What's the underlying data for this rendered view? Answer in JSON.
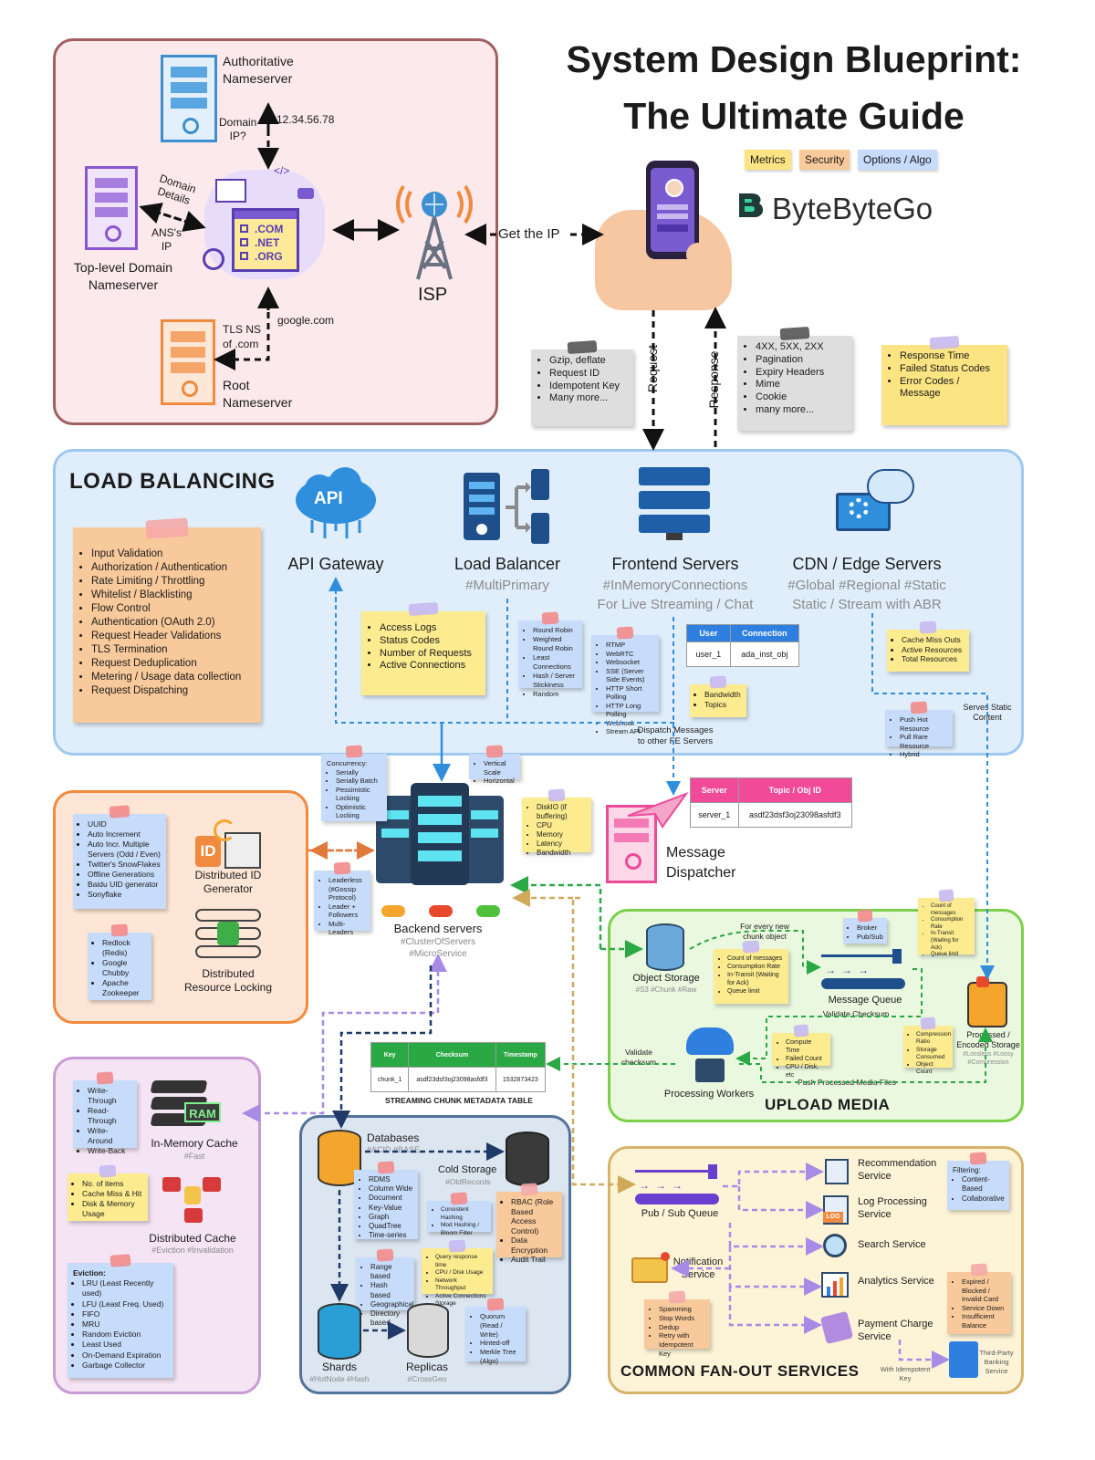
{
  "title": {
    "line1": "System Design Blueprint:",
    "line2": "The Ultimate Guide"
  },
  "legend": {
    "metrics": "Metrics",
    "security": "Security",
    "options": "Options / Algo"
  },
  "brand": "ByteByteGo",
  "dns": {
    "authoritative": "Authoritative\nNameserver",
    "tld": "Top-level Domain\nNameserver",
    "root": "Root\nNameserver",
    "domain_ip_q": "Domain\nIP?",
    "ip": "12.34.56.78",
    "domain_details": "Domain\nDetails",
    "ans_ip": "ANS's\nIP",
    "tls_ns": "TLS NS\nof .com",
    "google": "google.com",
    "domains": [
      ".COM",
      ".NET",
      ".ORG"
    ],
    "isp": "ISP",
    "get_ip": "Get the IP"
  },
  "client": {
    "request": "Request",
    "response": "Response"
  },
  "notes_top": {
    "request_notes": [
      "Gzip, deflate",
      "Request ID",
      "Idempotent Key",
      "Many more..."
    ],
    "response_notes": [
      "4XX, 5XX, 2XX",
      "Pagination",
      "Expiry Headers",
      "Mime",
      "Cookie",
      "many more..."
    ],
    "metrics_notes": [
      "Response Time",
      "Failed Status Codes",
      "Error Codes / Message"
    ]
  },
  "lb": {
    "title": "LOAD BALANCING",
    "gateway_features": [
      "Input Validation",
      "Authorization / Authentication",
      "Rate Limiting / Throttling",
      "Whitelist / Blacklisting",
      "Flow Control",
      "Authentication (OAuth 2.0)",
      "Request Header Validations",
      "TLS Termination",
      "Request Deduplication",
      "Metering / Usage data collection",
      "Request Dispatching"
    ],
    "api_gateway": "API Gateway",
    "api_badge": "API",
    "load_balancer": "Load Balancer",
    "lb_tag": "#MultiPrimary",
    "frontend": "Frontend Servers",
    "frontend_tag1": "#InMemoryConnections",
    "frontend_tag2": "For Live Streaming / Chat",
    "cdn": "CDN / Edge Servers",
    "cdn_tag1": "#Global #Regional #Static",
    "cdn_tag2": "Static / Stream with ABR",
    "access_notes": [
      "Access Logs",
      "Status Codes",
      "Number of Requests",
      "Active Connections"
    ],
    "lb_algos": [
      "Round Robin",
      "Weighted Round Robin",
      "Least Connections",
      "Hash / Server Stickiness",
      "Random"
    ],
    "protocols": [
      "RTMP",
      "WebRTC",
      "Websocket",
      "SSE (Server Side Events)",
      "HTTP Short Polling",
      "HTTP Long Polling",
      "Webhook",
      "Stream API"
    ],
    "user_table": {
      "headers": [
        "User",
        "Connection"
      ],
      "row": [
        "user_1",
        "ada_inst_obj"
      ]
    },
    "bandwidth": [
      "Bandwidth",
      "Topics"
    ],
    "cdn_metrics": [
      "Cache Miss Outs",
      "Active Resources",
      "Total Resources"
    ],
    "cdn_options": [
      "Push Hot Resource",
      "Pull Rare Resource",
      "Hybrid"
    ],
    "serves_static": "Serves Static\nContent",
    "dispatch": "Dispatch Messages\nto other FE Servers"
  },
  "backend": {
    "label": "Backend servers",
    "tag1": "#ClusterOfServers",
    "tag2": "#MicroService",
    "concurrency_title": "Concurrency:",
    "concurrency": [
      "Serially",
      "Serially Batch",
      "Pessimistic Locking",
      "Optimistic Locking"
    ],
    "scale": [
      "Vertical Scale",
      "Horizontal"
    ],
    "resources": [
      "DiskIO (if buffering)",
      "CPU",
      "Memory",
      "Latency",
      "Bandwidth"
    ],
    "leader": [
      "Leaderless (#Gossip Protocol)",
      "Leader + Followers",
      "Multi-Leaders"
    ],
    "server_table": {
      "headers": [
        "Server",
        "Topic / Obj ID"
      ],
      "row": [
        "server_1",
        "asdf23dsf3oj23098asfdf3"
      ]
    },
    "message_dispatcher": "Message\nDispatcher"
  },
  "idgen": {
    "id_notes": [
      "UUID",
      "Auto Increment",
      "Auto Incr. Multiple Servers (Odd / Even)",
      "Twitter's SnowFlakes",
      "Offline Generations",
      "Baidu UID generator",
      "Sonyflake"
    ],
    "id_label": "Distributed ID\nGenerator",
    "id_badge": "ID",
    "lock_notes": [
      "Redlock (Redis)",
      "Google Chubby",
      "Apache Zookeeper"
    ],
    "lock_label": "Distributed\nResource Locking"
  },
  "cache": {
    "write_notes": [
      "Write-Through",
      "Read-Through",
      "Write-Around",
      "Write-Back"
    ],
    "inmem": "In-Memory Cache",
    "inmem_tag": "#Fast",
    "ram_badge": "RAM",
    "metric_notes": [
      "No. of items",
      "Cache Miss & Hit",
      "Disk & Memory Usage"
    ],
    "dist": "Distributed Cache",
    "dist_tag": "#Eviction #Invalidation",
    "eviction_title": "Eviction:",
    "eviction": [
      "LRU (Least Recently used)",
      "LFU (Least Freq. Used)",
      "FIFO",
      "MRU",
      "Random Eviction",
      "Least Used",
      "On-Demand Expiration",
      "Garbage Collector"
    ]
  },
  "metadata": {
    "headers": [
      "Key",
      "Checksum",
      "Timestamp"
    ],
    "row": [
      "chunk_1",
      "asdf23dsf3oj23098asfdf3",
      "1532873423"
    ],
    "caption": "STREAMING CHUNK METADATA TABLE"
  },
  "db": {
    "databases": "Databases",
    "db_tag": "#ACID #BASE",
    "types": [
      "RDMS",
      "Column Wide",
      "Document",
      "Key-Value",
      "Graph",
      "QuadTree",
      "Time-series"
    ],
    "cold": "Cold Storage",
    "cold_tag": "#OldRecords",
    "hashing": [
      "Consistent Hashing",
      "Mod Hashing / Bloom Filter"
    ],
    "security": [
      "RBAC (Role Based Access Control)",
      "Data Encryption",
      "Audit Trail"
    ],
    "partition": [
      "Range based",
      "Hash based",
      "Geographical",
      "Directory based"
    ],
    "query_metrics": [
      "Query response time",
      "CPU / Disk Usage",
      "Network Throughput",
      "Active Connections",
      "Storage"
    ],
    "quorum": [
      "Quorum (Read / Write)",
      "Hinted-off",
      "Merkle Tree (Algo)"
    ],
    "shards": "Shards",
    "shards_tag": "#HotNode #Hash",
    "replicas": "Replicas",
    "replicas_tag": "#CrossGeo"
  },
  "upload": {
    "title": "UPLOAD MEDIA",
    "object_storage": "Object Storage",
    "os_tag": "#S3 #Chunk #Raw",
    "every_chunk": "For every new\nchunk object",
    "queue_metrics": [
      "Count of messages",
      "Consumption Rate",
      "In-Transit (Waiting for Ack)",
      "Queue limit"
    ],
    "broker": [
      "Broker",
      "Pub/Sub"
    ],
    "count_notes": [
      "Count of messages",
      "Consumption Rate",
      "In-Transit (Waiting for Ack)",
      "Queue limit"
    ],
    "message_queue": "Message Queue",
    "validate_checksum": "Validate Checksum",
    "processed": "Processed /\nEncoded Storage",
    "processed_tag": "#Lossless #Lossy\n#Compression",
    "compute": [
      "Compute Time",
      "Failed Count",
      "CPU / Disk, etc"
    ],
    "compression": [
      "Compression Ratio",
      "Storage Consumed",
      "Object Count"
    ],
    "workers": "Processing Workers",
    "validate": "Validate\nchecksum",
    "push": "Push Processed Media Files"
  },
  "fanout": {
    "title": "COMMON FAN-OUT SERVICES",
    "pubsub": "Pub / Sub Queue",
    "recommendation": "Recommendation\nService",
    "filtering_title": "Filtering:",
    "filtering": [
      "Content-Based",
      "Collaborative"
    ],
    "log": "Log Processing\nService",
    "log_badge": "LOG",
    "search": "Search Service",
    "notification": "Notification\nService",
    "notif_notes": [
      "Spamming",
      "Stop Words",
      "Dedup",
      "Retry with Idempotent Key"
    ],
    "analytics": "Analytics Service",
    "payment": "Payment Charge\nService",
    "payment_notes": [
      "Expired / Blocked / Invalid Card",
      "Service Down",
      "Insufficient Balance"
    ],
    "third_party": "Third-Party\nBanking\nService",
    "idempotent": "With Idempotent\nKey"
  }
}
